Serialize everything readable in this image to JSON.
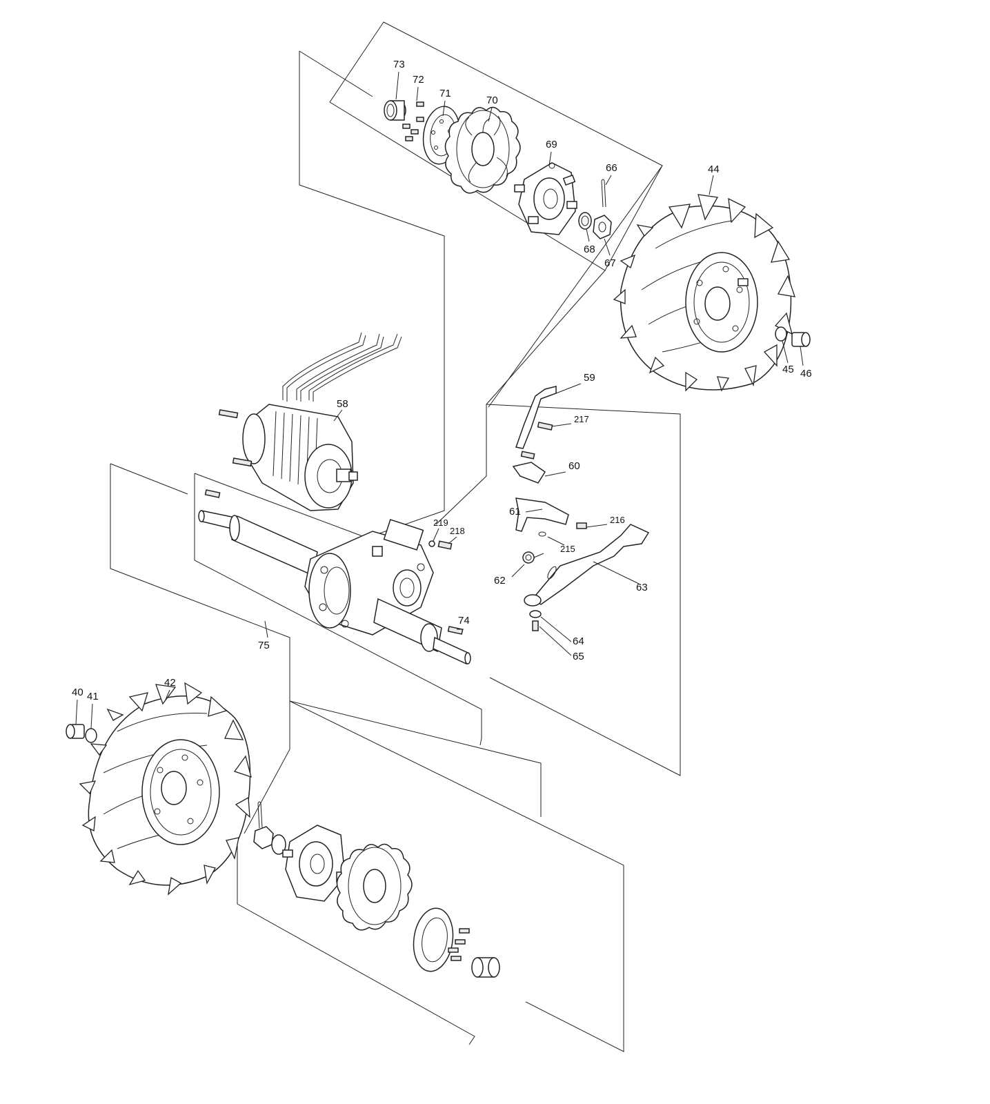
{
  "callouts": [
    {
      "id": "c73",
      "text": "73"
    },
    {
      "id": "c72",
      "text": "72"
    },
    {
      "id": "c71",
      "text": "71"
    },
    {
      "id": "c70",
      "text": "70"
    },
    {
      "id": "c69",
      "text": "69"
    },
    {
      "id": "c66",
      "text": "66"
    },
    {
      "id": "c68",
      "text": "68"
    },
    {
      "id": "c67",
      "text": "67"
    },
    {
      "id": "c44",
      "text": "44"
    },
    {
      "id": "c45",
      "text": "45"
    },
    {
      "id": "c46",
      "text": "46"
    },
    {
      "id": "c59",
      "text": "59"
    },
    {
      "id": "c217",
      "text": "217"
    },
    {
      "id": "c58",
      "text": "58"
    },
    {
      "id": "c60",
      "text": "60"
    },
    {
      "id": "c61",
      "text": "61"
    },
    {
      "id": "c216",
      "text": "216"
    },
    {
      "id": "c219",
      "text": "219"
    },
    {
      "id": "c218",
      "text": "218"
    },
    {
      "id": "c215",
      "text": "215"
    },
    {
      "id": "c62",
      "text": "62"
    },
    {
      "id": "c63",
      "text": "63"
    },
    {
      "id": "c74",
      "text": "74"
    },
    {
      "id": "c75",
      "text": "75"
    },
    {
      "id": "c64",
      "text": "64"
    },
    {
      "id": "c65",
      "text": "65"
    },
    {
      "id": "c40",
      "text": "40"
    },
    {
      "id": "c41",
      "text": "41"
    },
    {
      "id": "c42",
      "text": "42"
    }
  ]
}
